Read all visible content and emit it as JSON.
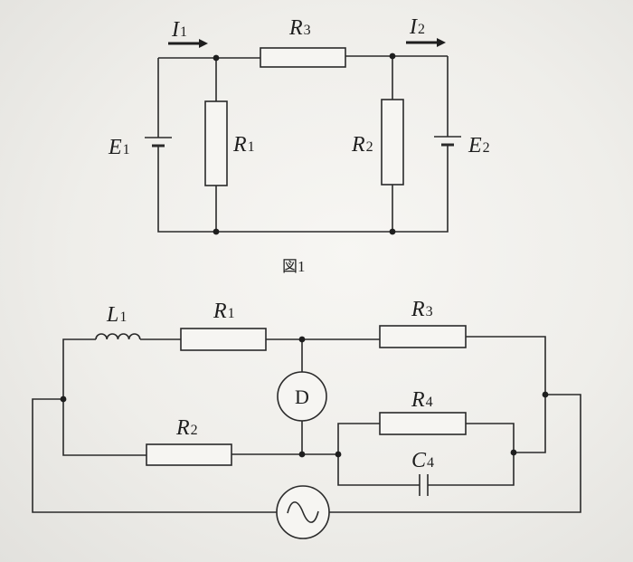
{
  "figure1": {
    "caption": "図1",
    "labels": {
      "I1": {
        "main": "I",
        "sub": "1"
      },
      "I2": {
        "main": "I",
        "sub": "2"
      },
      "R3": {
        "main": "R",
        "sub": "3"
      },
      "R1": {
        "main": "R",
        "sub": "1"
      },
      "R2": {
        "main": "R",
        "sub": "2"
      },
      "E1": {
        "main": "E",
        "sub": "1"
      },
      "E2": {
        "main": "E",
        "sub": "2"
      }
    }
  },
  "figure2": {
    "labels": {
      "L1": {
        "main": "L",
        "sub": "1"
      },
      "R1": {
        "main": "R",
        "sub": "1"
      },
      "R3": {
        "main": "R",
        "sub": "3"
      },
      "R2": {
        "main": "R",
        "sub": "2"
      },
      "R4": {
        "main": "R",
        "sub": "4"
      },
      "C4": {
        "main": "C",
        "sub": "4"
      }
    },
    "detector_label": "D",
    "source_symbol": "∿"
  }
}
